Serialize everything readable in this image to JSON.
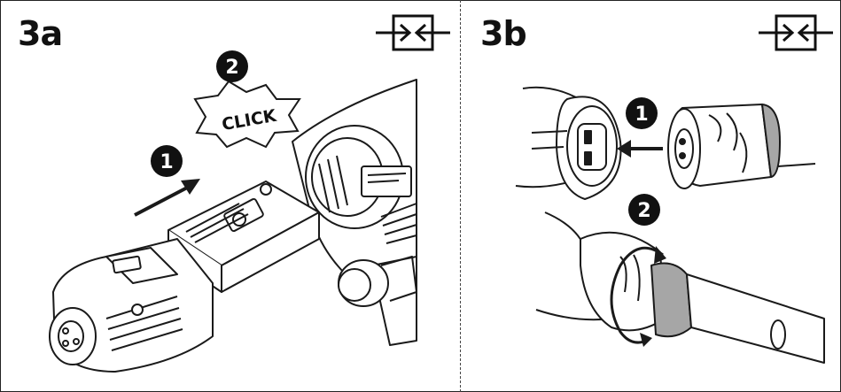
{
  "panels": [
    {
      "id": "3a",
      "label": "3a",
      "icon": "connect-arrows-icon",
      "step_badges": [
        "1",
        "2"
      ],
      "burst_text": "CLICK"
    },
    {
      "id": "3b",
      "label": "3b",
      "icon": "connect-arrows-icon",
      "step_badges": [
        "1",
        "2"
      ]
    }
  ],
  "colors": {
    "line": "#1a1a1a",
    "grey_band": "#a6a6a6",
    "badge": "#111111"
  }
}
